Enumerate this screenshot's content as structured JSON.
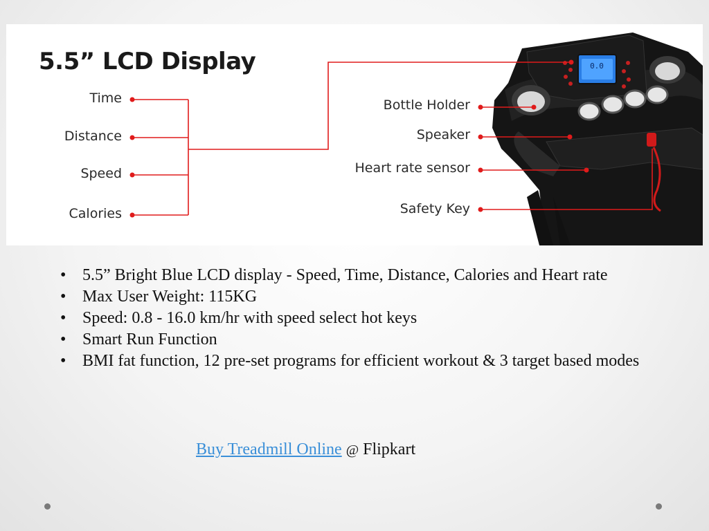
{
  "figure": {
    "title": "5.5” LCD Display",
    "lcd_readout": "0.0",
    "left_callouts": [
      "Time",
      "Distance",
      "Speed",
      "Calories"
    ],
    "right_callouts": [
      "Bottle Holder",
      "Speaker",
      "Heart rate sensor",
      "Safety Key"
    ],
    "line_color": "#e01b1b"
  },
  "bullets": [
    "5.5” Bright Blue LCD display - Speed, Time, Distance, Calories and Heart rate",
    "Max User Weight: 115KG",
    "Speed: 0.8 - 16.0 km/hr with speed select hot keys",
    "Smart Run Function",
    "BMI fat function, 12 pre-set programs for efficient workout & 3 target based modes"
  ],
  "footer_link": {
    "link_text": "Buy Treadmill Online",
    "at": "@",
    "suffix": "Flipkart"
  }
}
